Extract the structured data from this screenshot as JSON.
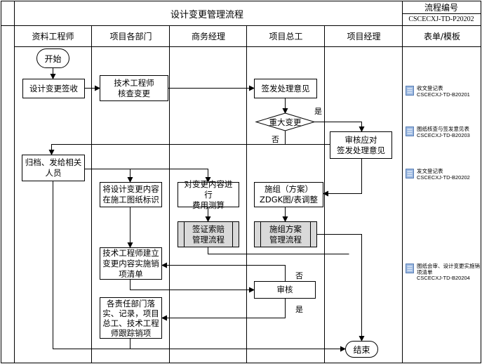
{
  "header": {
    "title": "设计变更管理流程",
    "code_label": "流程编号",
    "code_value": "CSCECXJ-TD-P20202"
  },
  "lanes": [
    "资料工程师",
    "项目各部门",
    "商务经理",
    "项目总工",
    "项目经理",
    "表单/模板"
  ],
  "nodes": {
    "start": "开始",
    "sign": "设计变更签收",
    "tech_review": "技术工程师\n核查变更",
    "issue_opinion": "签发处理意见",
    "major_change": "重大变更",
    "pm_review": "审核应对\n签发处理意见",
    "archive": "归档、发给相关\n人员",
    "mark_drawings": "将设计变更内容\n在施工图纸标识",
    "cost_calc": "对变更内容进行\n费用测算",
    "construction_adjust": "施组（方案）\nZDGK图/表调整",
    "claim_process": "签证索赔\n管理流程",
    "plan_process": "施组方案\n管理流程",
    "build_list": "技术工程师建立\n变更内容实施销\n项清单",
    "audit": "审核",
    "implement": "各责任部门落\n实、记录，项目\n总工、技术工程\n师跟踪销项",
    "end": "结束"
  },
  "labels": {
    "yes_major": "是",
    "no_major": "否",
    "no_audit": "否",
    "yes_audit": "是"
  },
  "templates": [
    {
      "name": "收文登记表",
      "code": "CSCECXJ-TD-B20201"
    },
    {
      "name": "图纸核查与签发意见表",
      "code": "CSCECXJ-TD-B20203"
    },
    {
      "name": "发文登记表",
      "code": "CSCECXJ-TD-B20202"
    },
    {
      "name": "图纸会审、设计变更实施销项清单",
      "code": "CSCECXJ-TD-B20204"
    }
  ],
  "colors": {
    "line": "#000000",
    "subprocess_fill": "#d9d9d9",
    "icon_fill": "#9ab7e0"
  }
}
